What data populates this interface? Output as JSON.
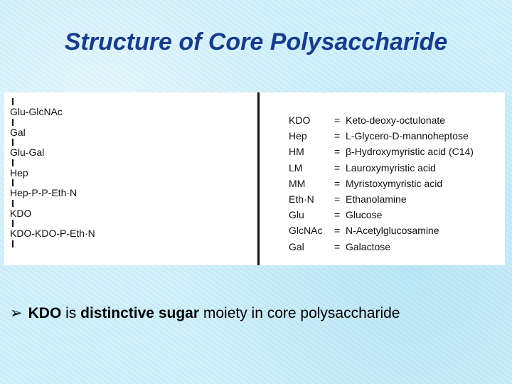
{
  "title": "Structure of Core Polysaccharide",
  "figure": {
    "chain": [
      "Glu-GlcNAc",
      "Gal",
      "Glu-Gal",
      "Hep",
      "Hep-P-P-Eth·N",
      "KDO",
      "KDO-KDO-P-Eth·N"
    ],
    "legend": [
      {
        "abbr": "KDO",
        "eq": "=",
        "meaning": "Keto-deoxy-octulonate"
      },
      {
        "abbr": "Hep",
        "eq": "=",
        "meaning": "L-Glycero-D-mannoheptose"
      },
      {
        "abbr": "HM",
        "eq": "=",
        "meaning": "β-Hydroxymyristic acid (C14)"
      },
      {
        "abbr": "LM",
        "eq": "=",
        "meaning": "Lauroxymyristic acid"
      },
      {
        "abbr": "MM",
        "eq": "=",
        "meaning": "Myristoxymyristic acid"
      },
      {
        "abbr": "Eth·N",
        "eq": "=",
        "meaning": "Ethanolamine"
      },
      {
        "abbr": "Glu",
        "eq": "=",
        "meaning": "Glucose"
      },
      {
        "abbr": "GlcNAc",
        "eq": "=",
        "meaning": "N-Acetylglucosamine"
      },
      {
        "abbr": "Gal",
        "eq": "=",
        "meaning": "Galactose"
      }
    ]
  },
  "bullet": {
    "marker": "➢",
    "part1_bold": "KDO",
    "part2": " is ",
    "part3_bold": "distinctive sugar",
    "part4": " moiety in core polysaccharide"
  }
}
